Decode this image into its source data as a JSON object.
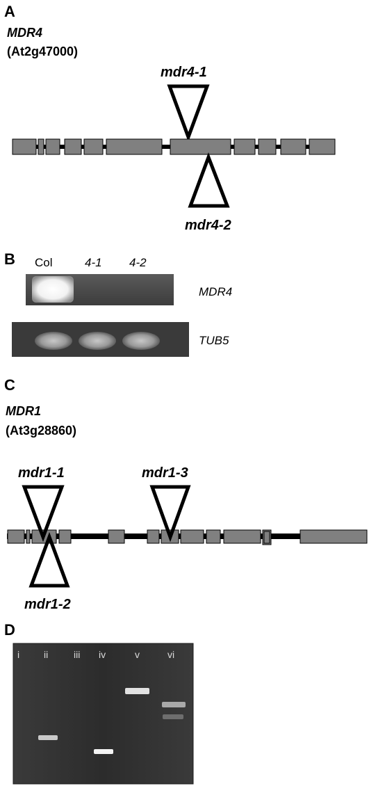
{
  "panel_a": {
    "letter": "A",
    "gene_name": "MDR4",
    "gene_id": "(At2g47000)",
    "insertion_1": "mdr4-1",
    "insertion_2": "mdr4-2"
  },
  "panel_b": {
    "letter": "B",
    "lanes": [
      "Col",
      "4-1",
      "4-2"
    ],
    "gel_labels": [
      "MDR4",
      "TUB5"
    ]
  },
  "panel_c": {
    "letter": "C",
    "gene_name": "MDR1",
    "gene_id": "(At3g28860)",
    "insertion_1": "mdr1-1",
    "insertion_2": "mdr1-2",
    "insertion_3": "mdr1-3"
  },
  "panel_d": {
    "letter": "D",
    "lanes": [
      "i",
      "ii",
      "iii",
      "iv",
      "v",
      "vi"
    ]
  },
  "colors": {
    "exon_fill": "#808080",
    "gel_background": "#2e2e2e",
    "band": "#f0f0f0"
  }
}
